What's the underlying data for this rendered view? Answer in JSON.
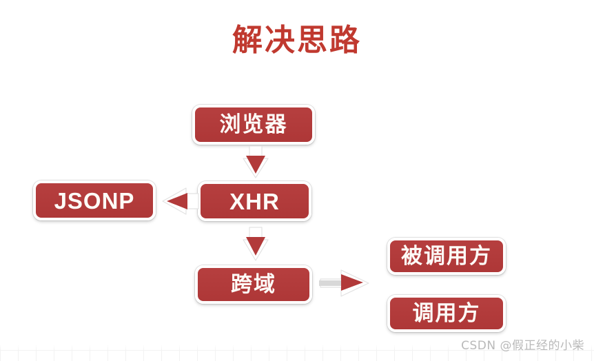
{
  "page": {
    "title": "解决思路",
    "title_color": "#c0392f",
    "background_color": "#ffffff",
    "node_fill_color": "#b23a3a",
    "node_text_color": "#fdfbf7",
    "arrow_color": "#b23a3a"
  },
  "diagram": {
    "type": "flowchart",
    "nodes": [
      {
        "id": "browser",
        "label": "浏览器",
        "script": "cjk"
      },
      {
        "id": "jsonp",
        "label": "JSONP",
        "script": "latin"
      },
      {
        "id": "xhr",
        "label": "XHR",
        "script": "latin"
      },
      {
        "id": "crossdomain",
        "label": "跨域",
        "script": "cjk"
      },
      {
        "id": "callee",
        "label": "被调用方",
        "script": "cjk"
      },
      {
        "id": "caller",
        "label": "调用方",
        "script": "cjk"
      }
    ],
    "edges": [
      {
        "id": "browser-to-xhr",
        "from": "browser",
        "to": "xhr",
        "direction": "down",
        "icon": "arrow-down-icon"
      },
      {
        "id": "xhr-to-crossdomain",
        "from": "xhr",
        "to": "crossdomain",
        "direction": "down",
        "icon": "arrow-down-icon"
      },
      {
        "id": "xhr-to-jsonp",
        "from": "xhr",
        "to": "jsonp",
        "direction": "left",
        "icon": "arrow-left-icon"
      },
      {
        "id": "crossdomain-to-parties",
        "from": "crossdomain",
        "to": "callee",
        "direction": "right",
        "icon": "arrow-right-icon"
      }
    ]
  },
  "watermark": {
    "text": "CSDN @假正经的小柴"
  }
}
